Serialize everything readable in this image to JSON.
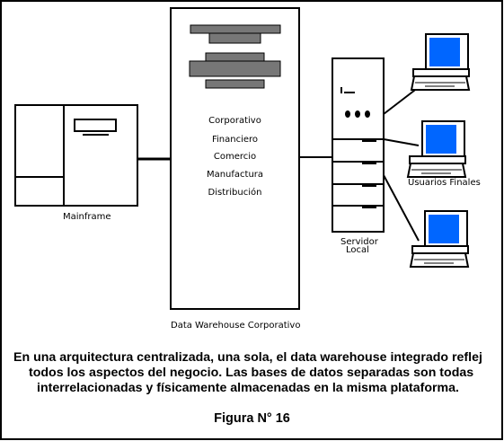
{
  "diagram": {
    "mainframe_label": "Mainframe",
    "warehouse_label": "Data Warehouse Corporativo",
    "warehouse_items": [
      "Corporativo",
      "Financiero",
      "Comercio",
      "Manufactura",
      "Distribución"
    ],
    "server_label_line1": "Servidor",
    "server_label_line2": "Local",
    "users_label": "Usuarios Finales",
    "screen_color": "#0066ff"
  },
  "caption": {
    "line1": "En una arquitectura centralizada, una sola, el data warehouse integrado reflej",
    "line2": "todos los aspectos del negocio. Las bases de datos separadas son todas",
    "line3": "interrelacionadas y físicamente almacenadas en la misma plataforma."
  },
  "figure_label": "Figura N° 16"
}
